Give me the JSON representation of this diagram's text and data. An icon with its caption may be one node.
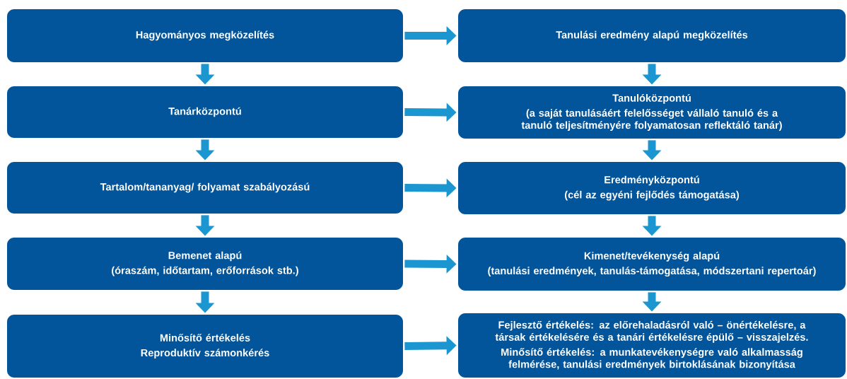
{
  "diagram": {
    "nodes": [
      {
        "text": [
          "Hagyományos megközelítés"
        ]
      },
      {
        "text": [
          "Tanulási eredmény alapú megközelítés"
        ]
      },
      {
        "text": [
          "Tanárközpontú"
        ]
      },
      {
        "text": [
          "Tanulóközpontú",
          "(a saját tanulásáért felelősséget vállaló tanuló és a tanuló teljesítményére folyamatosan reflektáló tanár)"
        ]
      },
      {
        "text": [
          "Tartalom/tananyag/ folyamat szabályozású"
        ]
      },
      {
        "text": [
          "Eredményközpontú",
          "(cél az egyéni fejlődés támogatása)"
        ]
      },
      {
        "text": [
          "Bemenet alapú",
          "(óraszám, időtartam, erőforrások stb.)"
        ]
      },
      {
        "text": [
          "Kimenet/tevékenység alapú",
          "(tanulási eredmények, tanulás-támogatása, módszertani repertoár)"
        ]
      },
      {
        "text": [
          "Minősítő értékelés",
          "Reproduktív számonkérés"
        ]
      },
      {
        "text": [
          "Fejlesztő értékelés: az előrehaladásról való – önértékelésre, a társak értékelésére és a tanári értékelésre épülő – visszajelzés.",
          "Minősítő értékelés: a munkatevékenységre való alkalmasság felmérése, tanulási eredmények birtoklásának bizonyítása"
        ]
      }
    ],
    "edges": [
      {
        "from": 0,
        "to": 1,
        "arrow": "to"
      },
      {
        "from": 2,
        "to": 3,
        "arrow": "to"
      },
      {
        "from": 4,
        "to": 5,
        "arrow": "to"
      },
      {
        "from": 6,
        "to": 7,
        "arrow": "to"
      },
      {
        "from": 8,
        "to": 9,
        "arrow": "to"
      },
      {
        "from": 0,
        "to": 2,
        "arrow": "to"
      },
      {
        "from": 2,
        "to": 4,
        "arrow": "to"
      },
      {
        "from": 4,
        "to": 6,
        "arrow": "to"
      },
      {
        "from": 6,
        "to": 8,
        "arrow": "to"
      },
      {
        "from": 1,
        "to": 3,
        "arrow": "to"
      },
      {
        "from": 3,
        "to": 5,
        "arrow": "to"
      },
      {
        "from": 5,
        "to": 7,
        "arrow": "to"
      },
      {
        "from": 7,
        "to": 9,
        "arrow": "to"
      }
    ]
  }
}
